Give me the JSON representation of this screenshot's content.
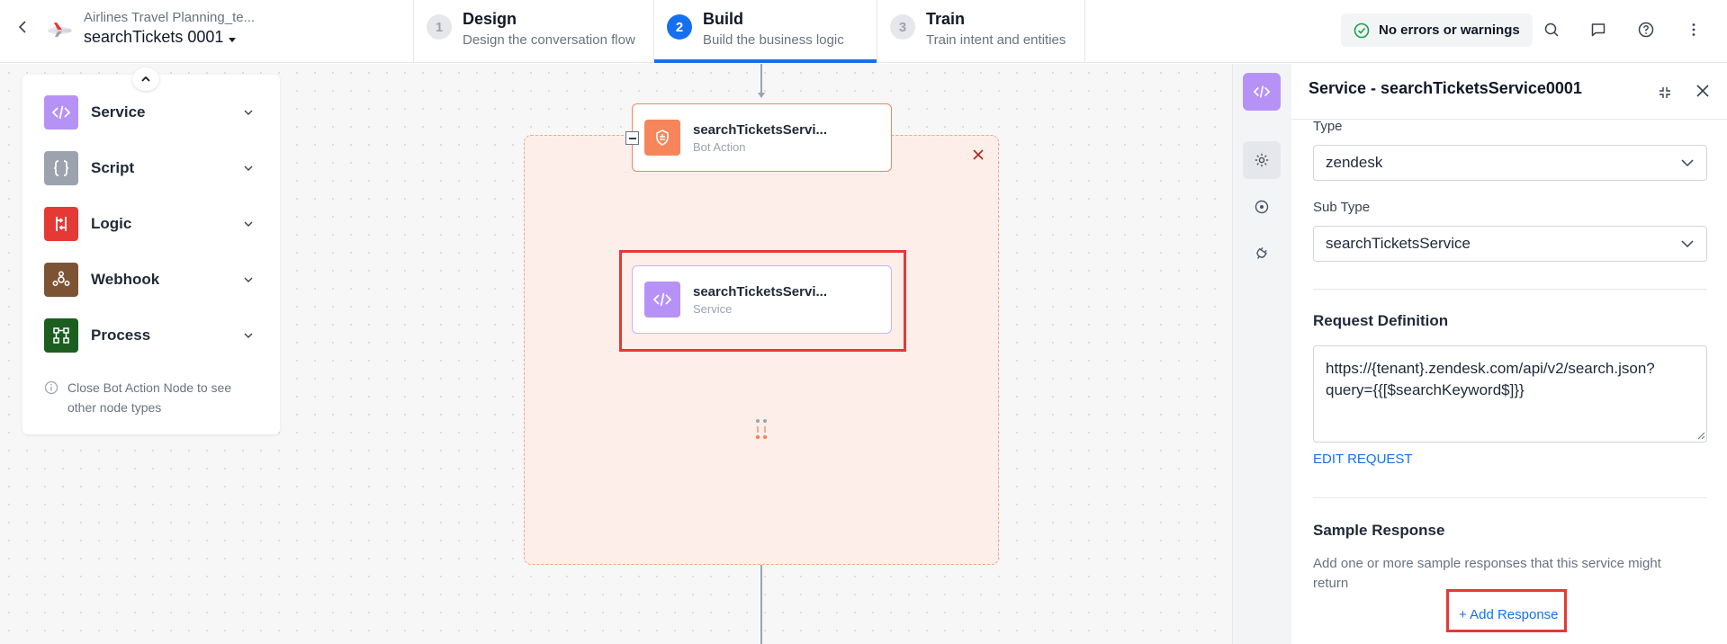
{
  "header": {
    "app_name": "Airlines Travel Planning_te...",
    "dialog_name": "searchTickets 0001",
    "steps": [
      {
        "num": "1",
        "title": "Design",
        "subtitle": "Design the conversation flow"
      },
      {
        "num": "2",
        "title": "Build",
        "subtitle": "Build the business logic"
      },
      {
        "num": "3",
        "title": "Train",
        "subtitle": "Train intent and entities"
      }
    ],
    "status": "No errors or warnings",
    "colors": {
      "accent": "#1570ef",
      "success": "#16a34a"
    }
  },
  "palette": {
    "items": [
      {
        "label": "Service",
        "icon": "code-icon",
        "color": "#b692f6"
      },
      {
        "label": "Script",
        "icon": "braces-icon",
        "color": "#9ca3af"
      },
      {
        "label": "Logic",
        "icon": "logic-icon",
        "color": "#e53935"
      },
      {
        "label": "Webhook",
        "icon": "webhook-icon",
        "color": "#7c5434"
      },
      {
        "label": "Process",
        "icon": "process-icon",
        "color": "#1b5e20"
      }
    ],
    "note": "Close Bot Action Node to see other node types"
  },
  "canvas": {
    "bot_node": {
      "title": "searchTicketsServi...",
      "subtitle": "Bot Action",
      "color": "#f6855a"
    },
    "service_node": {
      "title": "searchTicketsServi...",
      "subtitle": "Service",
      "color": "#b692f6"
    }
  },
  "panel": {
    "title": "Service - searchTicketsService0001",
    "type_label": "Type",
    "type_value": "zendesk",
    "subtype_label": "Sub Type",
    "subtype_value": "searchTicketsService",
    "request_title": "Request Definition",
    "request_url": "https://{tenant}.zendesk.com/api/v2/search.json?query={{[$searchKeyword$]}}",
    "edit_request": "EDIT REQUEST",
    "sample_title": "Sample Response",
    "sample_desc": "Add one or more sample responses that this service might return",
    "add_response": "+ Add Response"
  }
}
